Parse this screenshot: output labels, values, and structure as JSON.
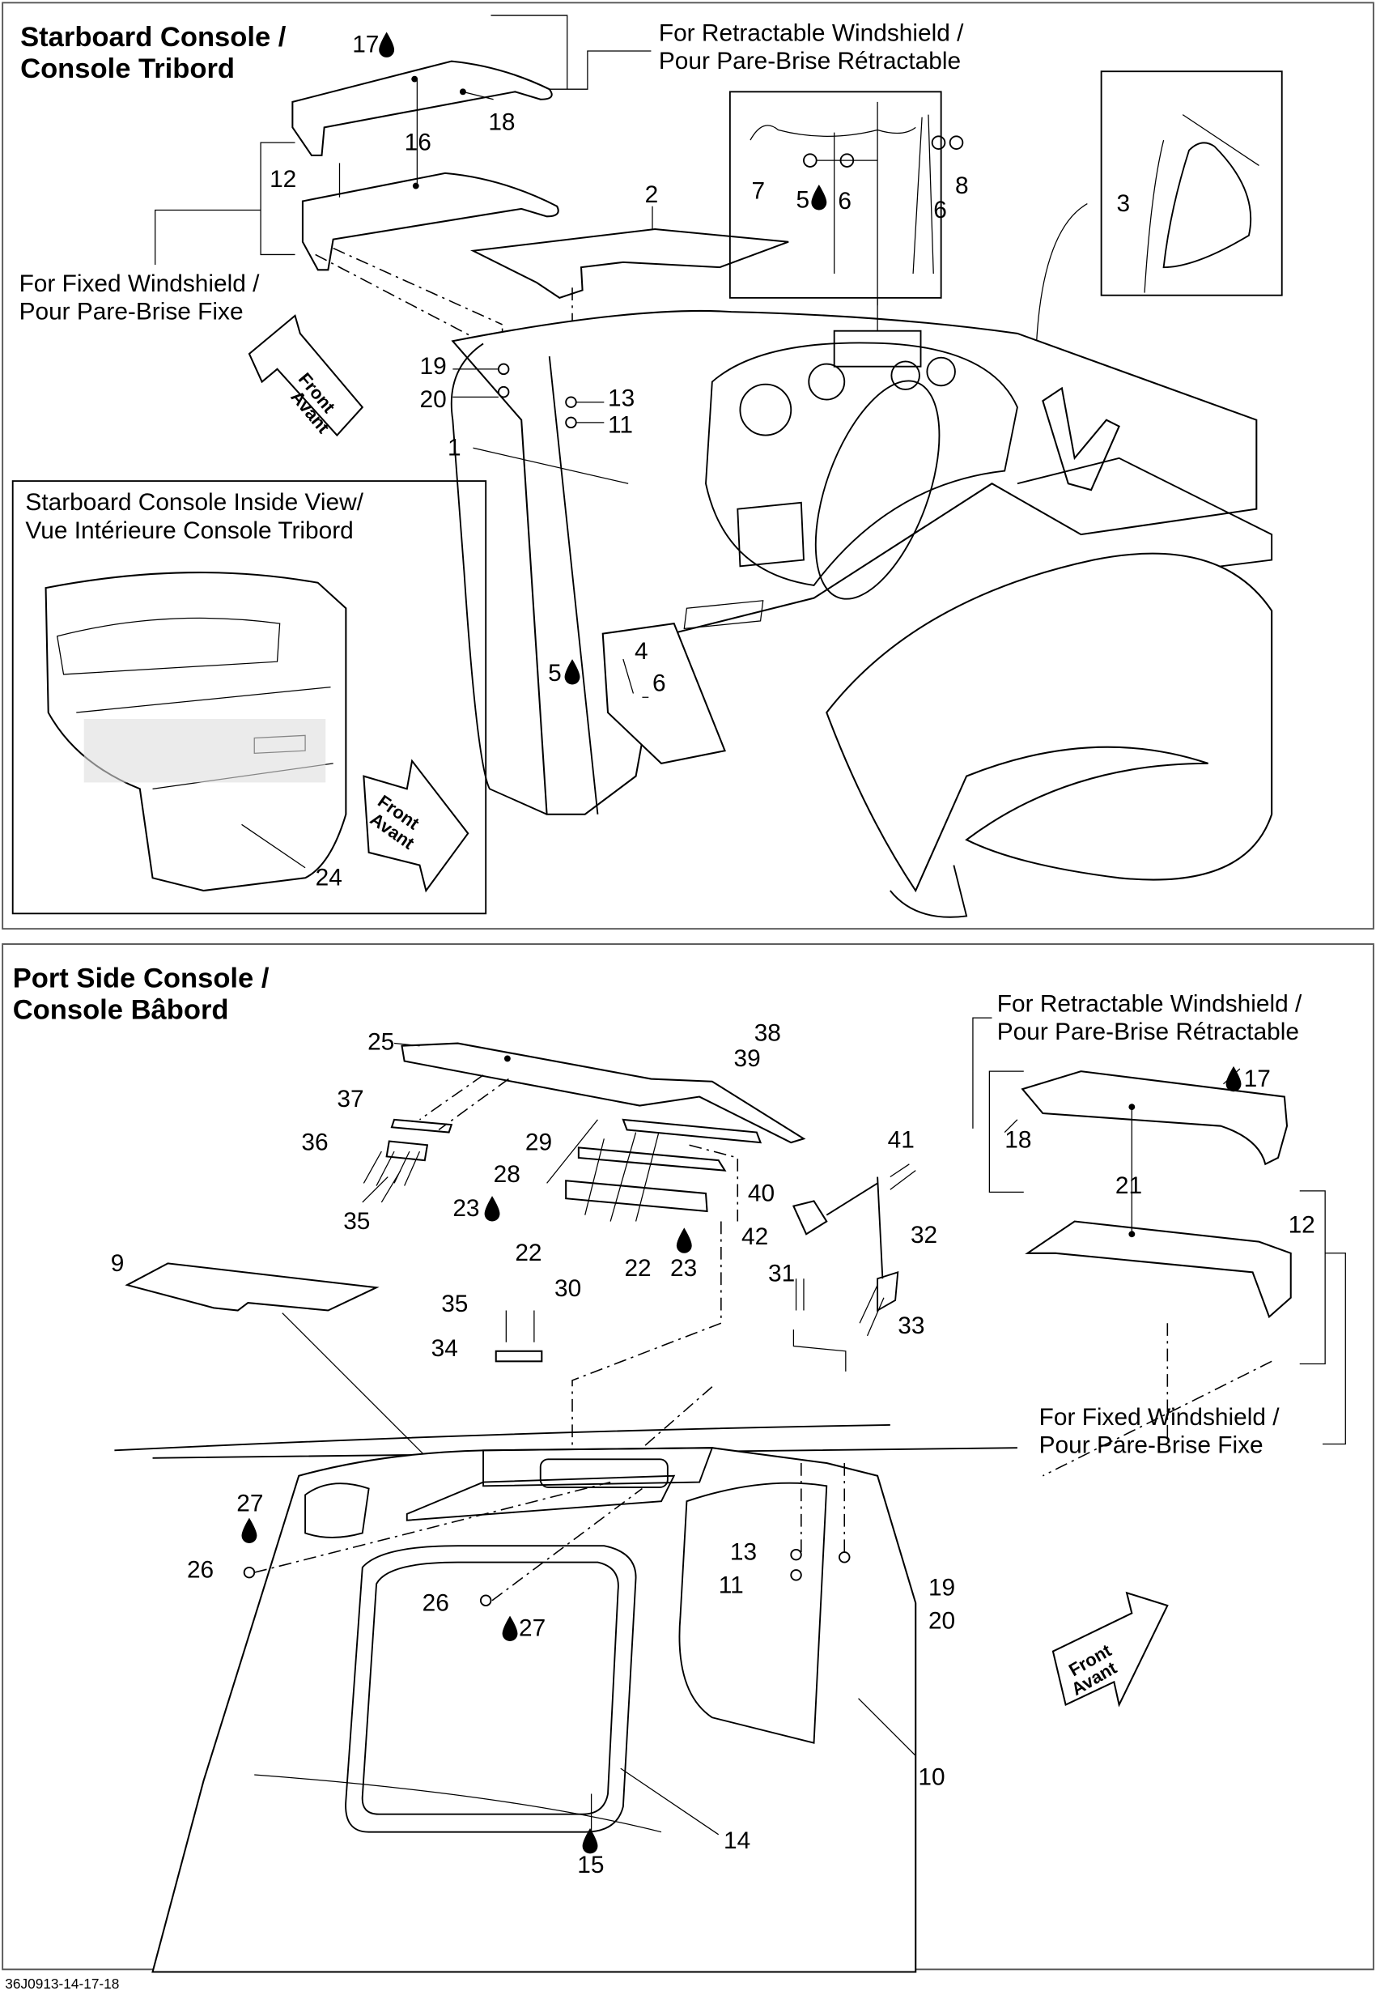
{
  "starboard": {
    "title_line1": "Starboard Console /",
    "title_line2": "Console Tribord",
    "retractable_line1": "For Retractable Windshield /",
    "retractable_line2": "Pour Pare-Brise Rétractable",
    "fixed_line1": "For Fixed Windshield /",
    "fixed_line2": "Pour Pare-Brise Fixe",
    "inside_view_line1": "Starboard Console Inside View/",
    "inside_view_line2": "Vue Intérieure Console Tribord",
    "front_arrow": {
      "line1": "Front",
      "line2": "Avant"
    },
    "callouts": [
      "17",
      "16",
      "18",
      "12",
      "2",
      "7",
      "5",
      "6",
      "6",
      "8",
      "3",
      "19",
      "20",
      "13",
      "11",
      "1",
      "5",
      "4",
      "6",
      "24"
    ]
  },
  "port": {
    "title_line1": "Port Side Console /",
    "title_line2": "Console Bâbord",
    "retractable_line1": "For Retractable Windshield /",
    "retractable_line2": "Pour Pare-Brise Rétractable",
    "fixed_line1": "For Fixed Windshield /",
    "fixed_line2": "Pour Pare-Brise Fixe",
    "front_arrow": {
      "line1": "Front",
      "line2": "Avant"
    },
    "callouts": [
      "25",
      "38",
      "39",
      "37",
      "36",
      "35",
      "29",
      "28",
      "23",
      "22",
      "30",
      "22",
      "23",
      "41",
      "40",
      "42",
      "32",
      "31",
      "33",
      "9",
      "35",
      "34",
      "17",
      "18",
      "21",
      "12",
      "27",
      "26",
      "26",
      "27",
      "13",
      "11",
      "19",
      "20",
      "10",
      "14",
      "15"
    ]
  },
  "footer_code": "36J0913-14-17-18",
  "icons": {
    "adhesive": "drop-icon",
    "direction": "front-arrow-icon"
  }
}
